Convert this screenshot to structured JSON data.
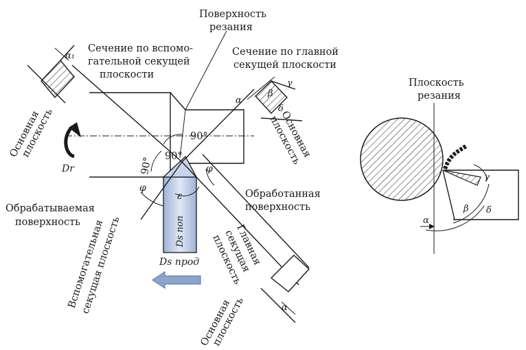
{
  "labels": {
    "cutting_surface": [
      "Поверхность",
      "резания"
    ],
    "aux_section": [
      "Сечение по вспомо-",
      "гательной секущей",
      "плоскости"
    ],
    "main_section": [
      "Сечение по главной",
      "секущей плоскости"
    ],
    "main_plane_left": [
      "Основная",
      "плоскость"
    ],
    "main_plane_right": [
      "Основная",
      "плоскость"
    ],
    "main_plane_bottom": [
      "Основная",
      "плоскость"
    ],
    "workpiece_surface": [
      "Обрабатываемая",
      "поверхность"
    ],
    "machined_surface": [
      "Обработанная",
      "поверхность"
    ],
    "aux_cutting_plane": [
      "Вспомогательная",
      "секущая плоскость"
    ],
    "main_cutting_plane": [
      "Главная",
      "секущая",
      "плоскость"
    ],
    "cutting_plane_right": [
      "Плоскость",
      "резания"
    ]
  },
  "symbols": {
    "alpha1": "α₁",
    "alpha": "α",
    "beta": "β",
    "gamma": "γ",
    "delta": "δ",
    "phi": "φ",
    "phi1": "φ",
    "epsilon": "ε",
    "dr": "Dr",
    "ds_pop": "Ds поп",
    "ds_prod": "Ds прод",
    "angle90": "90°"
  }
}
